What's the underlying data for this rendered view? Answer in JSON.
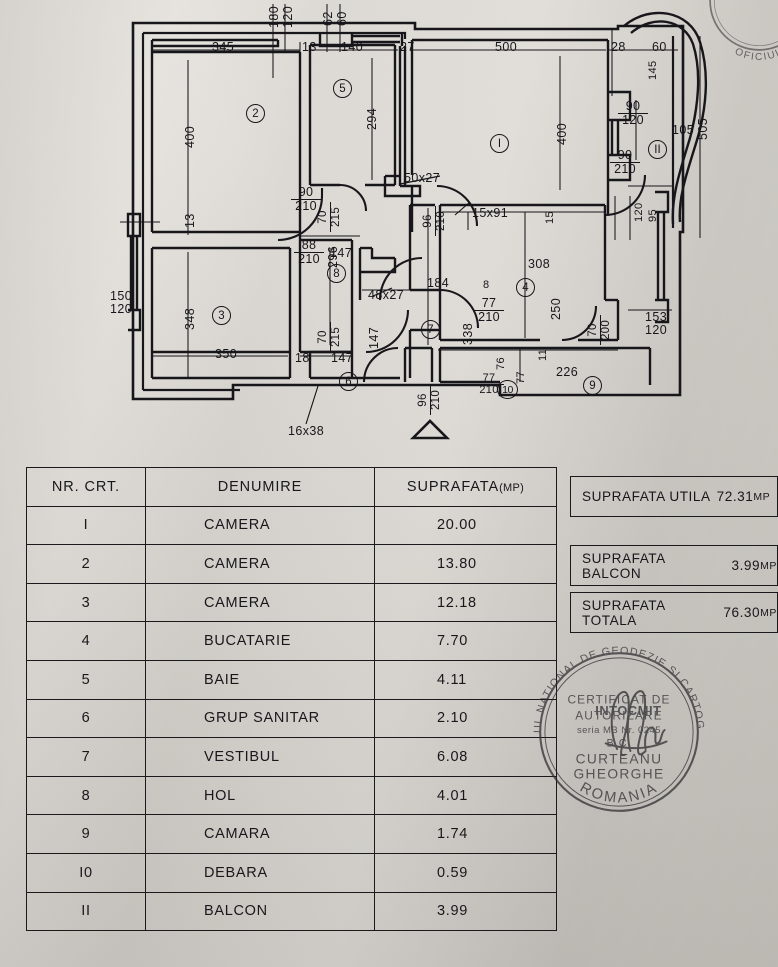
{
  "document": {
    "type": "floor-plan",
    "language": "ro"
  },
  "plan": {
    "north_marker": "triangle",
    "rooms": [
      {
        "id": "1",
        "marker": "I",
        "name": "CAMERA",
        "width": "500",
        "height": "400"
      },
      {
        "id": "2",
        "marker": "2",
        "name": "CAMERA",
        "width": "345",
        "height": "400"
      },
      {
        "id": "3",
        "marker": "3",
        "name": "CAMERA",
        "width": "350",
        "height": "348"
      },
      {
        "id": "4",
        "marker": "4",
        "name": "BUCATARIE",
        "width": "308",
        "height": "250"
      },
      {
        "id": "5",
        "marker": "5",
        "name": "BAIE",
        "width": "140",
        "height": "294"
      },
      {
        "id": "6",
        "marker": "6",
        "name": "GRUP SANITAR",
        "width": "147",
        "height": "147"
      },
      {
        "id": "7",
        "marker": "7",
        "name": "VESTIBUL",
        "width": "184",
        "height": "338"
      },
      {
        "id": "8",
        "marker": "8",
        "name": "HOL",
        "width": "147",
        "height": "296"
      },
      {
        "id": "9",
        "marker": "9",
        "name": "CAMARA",
        "width": "226",
        "height": "77"
      },
      {
        "id": "10",
        "marker": "10",
        "name": "DEBARA",
        "width": "76",
        "height": "77"
      },
      {
        "id": "11",
        "marker": "II",
        "name": "BALCON",
        "width": "105",
        "height": "505"
      }
    ],
    "dimensions": {
      "top": [
        "345",
        "13",
        "140",
        "27",
        "500",
        "28",
        "60"
      ],
      "left": [
        "400",
        "13",
        "348"
      ],
      "bottom": [
        "350",
        "18",
        "147",
        "147"
      ],
      "right": [
        "505",
        "105"
      ],
      "inner": [
        "294",
        "296",
        "147",
        "338",
        "308",
        "250",
        "184",
        "226",
        "77",
        "15",
        "145",
        "120",
        "95",
        "11",
        "8"
      ]
    },
    "openings": {
      "windows": [
        "180/120",
        "62/60",
        "150/120",
        "153/120",
        "90/120",
        "120/95"
      ],
      "doors": [
        "90/210",
        "88/210",
        "70/215",
        "96/210",
        "77/210",
        "70/200",
        "90/210"
      ],
      "niches": [
        "50x27",
        "48x27",
        "15x91",
        "16x38"
      ]
    }
  },
  "table": {
    "headers": [
      "NR. CRT.",
      "DENUMIRE",
      "SUPRAFATA",
      "(MP)"
    ],
    "rows": [
      {
        "nr": "I",
        "name": "CAMERA",
        "area": "20.00"
      },
      {
        "nr": "2",
        "name": "CAMERA",
        "area": "13.80"
      },
      {
        "nr": "3",
        "name": "CAMERA",
        "area": "12.18"
      },
      {
        "nr": "4",
        "name": "BUCATARIE",
        "area": "7.70"
      },
      {
        "nr": "5",
        "name": "BAIE",
        "area": "4.11"
      },
      {
        "nr": "6",
        "name": "GRUP SANITAR",
        "area": "2.10"
      },
      {
        "nr": "7",
        "name": "VESTIBUL",
        "area": "6.08"
      },
      {
        "nr": "8",
        "name": "HOL",
        "area": "4.01"
      },
      {
        "nr": "9",
        "name": "CAMARA",
        "area": "1.74"
      },
      {
        "nr": "I0",
        "name": "DEBARA",
        "area": "0.59"
      },
      {
        "nr": "II",
        "name": "BALCON",
        "area": "3.99"
      }
    ]
  },
  "summary": [
    {
      "label": "SUPRAFATA UTILA",
      "value": "72.31",
      "unit": "MP"
    },
    {
      "label": "SUPRAFATA BALCON",
      "value": "3.99",
      "unit": "MP"
    },
    {
      "label": "SUPRAFATA TOTALA",
      "value": "76.30",
      "unit": "MP"
    }
  ],
  "stamp": {
    "outer_top": "OFICIUL NATIONAL DE GEODEZIE SI CARTOGRAFIE",
    "outer_bottom": "ROMANIA",
    "line1": "CERTIFICAT DE",
    "line2": "AUTORIZARE",
    "line3": "seria MB Nr. 0245",
    "line4": "B.C.",
    "name1": "CURTEANU",
    "name2": "GHEORGHE",
    "overlay": "INTOCMIT",
    "corner_text": "OFICIUL"
  }
}
